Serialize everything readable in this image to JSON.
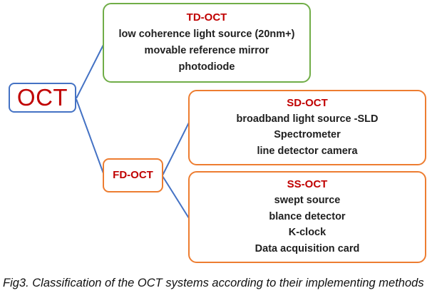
{
  "caption": "Fig3. Classification of the OCT systems according to their implementing methods",
  "colors": {
    "blue": "#4472C4",
    "green": "#70AD47",
    "orange": "#ED7D31",
    "red": "#C00000",
    "text": "#1F1F1F"
  },
  "root": {
    "label": "OCT"
  },
  "nodes": {
    "td": {
      "title": "TD-OCT",
      "items": [
        "low coherence light source (20nm+)",
        "movable reference mirror",
        "photodiode"
      ]
    },
    "fd": {
      "title": "FD-OCT"
    },
    "sd": {
      "title": "SD-OCT",
      "items": [
        "broadband light source -SLD",
        "Spectrometer",
        "line detector camera"
      ]
    },
    "ss": {
      "title": "SS-OCT",
      "items": [
        "swept source",
        "blance detector",
        "K-clock",
        "Data acquisition card"
      ]
    }
  }
}
